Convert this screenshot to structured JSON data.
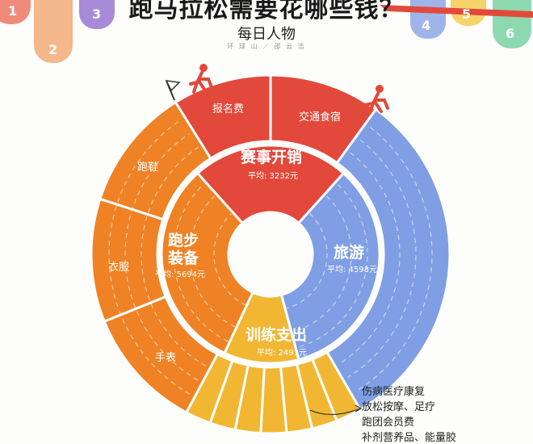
{
  "title": "跑马拉松需要花哪些钱？",
  "logo": {
    "name": "每日人物",
    "subtitle": "环 球 山 ／ 邵 云 浩"
  },
  "corner_numbers": [
    "1",
    "2",
    "3",
    "4",
    "5",
    "6"
  ],
  "colors": {
    "event": "#e2493b",
    "gear": "#ef8224",
    "travel": "#7f9ee4",
    "training": "#f1b733",
    "legend_line": "#333333"
  },
  "categories": [
    {
      "id": "event",
      "label": "赛事开销",
      "average": "平均: 3232元",
      "items": [
        {
          "label": "报名费"
        },
        {
          "label": "交通食宿"
        }
      ]
    },
    {
      "id": "gear",
      "label_line1": "跑步",
      "label_line2": "装备",
      "average": "平均: 5694元",
      "items": [
        {
          "label": "跑鞋"
        },
        {
          "label": "衣服"
        },
        {
          "label": "手表"
        }
      ]
    },
    {
      "id": "travel",
      "label": "旅游",
      "average": "平均: 4598元",
      "items": []
    },
    {
      "id": "training",
      "label": "训练支出",
      "average": "平均: 2491元",
      "items": [
        {
          "label": "伤病医疗康复"
        },
        {
          "label": "放松按摩、足疗"
        },
        {
          "label": "跑团会员费"
        },
        {
          "label": "补剂营养品、能量胶"
        }
      ]
    }
  ],
  "icons": {
    "flag": "flag-icon",
    "runner": "runner-icon"
  }
}
